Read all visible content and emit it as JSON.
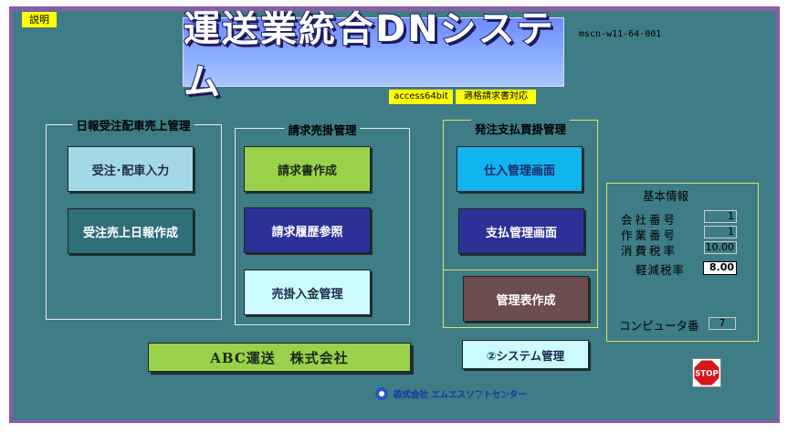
{
  "header": {
    "help_label": "説明",
    "title": "運送業統合DNシステム",
    "version_code": "mscn-w11-64-001",
    "tag_access": "access64bit",
    "tag_invoice": "適格請求書対応"
  },
  "groups": {
    "daily": {
      "label": "日報受注配車売上管理",
      "btn_order": "受注･配車入力",
      "btn_daily_report": "受注売上日報作成"
    },
    "billing": {
      "label": "請求売掛管理",
      "btn_invoice": "請求書作成",
      "btn_history": "請求履歴参照",
      "btn_receivable": "売掛入金管理"
    },
    "payable": {
      "label": "発注支払買掛管理",
      "btn_purchase": "仕入管理画面",
      "btn_payment": "支払管理画面",
      "btn_management": "管理表作成"
    }
  },
  "basic_info": {
    "title": "基本情報",
    "company_no_label": "会社番号",
    "company_no": "1",
    "work_no_label": "作業番号",
    "work_no": "1",
    "tax_rate_label": "消費税率",
    "tax_rate": "10.00",
    "reduced_rate_label": "軽減税率",
    "reduced_rate": "8.00",
    "computer_no_label": "コンピュータ番",
    "computer_no": "7"
  },
  "footer": {
    "company_name": "ABC運送　株式会社",
    "system_mgmt": "②システム管理",
    "vendor_logo": "株式会社 エムエスソフトセンター",
    "stop_label": "STOP"
  },
  "colors": {
    "background": "#3e7d85",
    "frame": "#8a5ca8",
    "accent_yellow": "#ffff00",
    "stop_red": "#d8141c"
  }
}
